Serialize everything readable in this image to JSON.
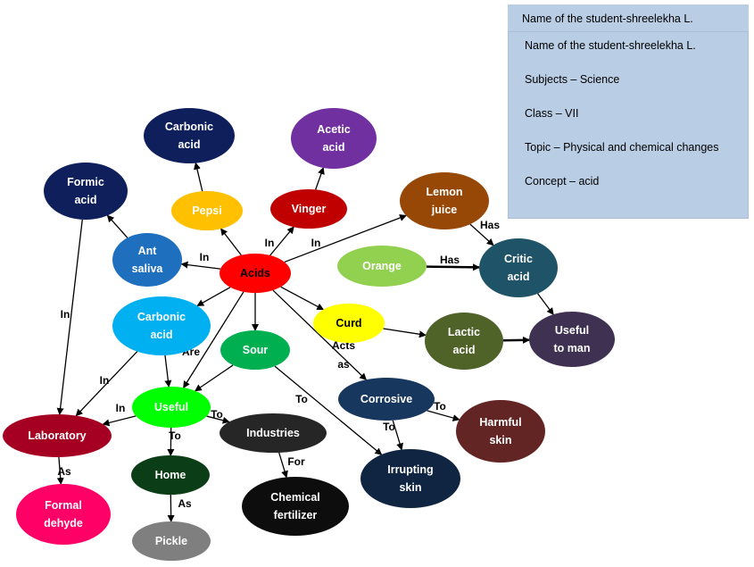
{
  "info_box": {
    "header": "Name of the student-shreelekha L.",
    "lines": [
      "Name of the student-shreelekha L.",
      "Subjects – Science",
      "Class – VII",
      "Topic – Physical and chemical changes",
      "Concept – acid"
    ]
  },
  "nodes": {
    "carbonic_top": {
      "lines": [
        "Carbonic",
        "acid"
      ],
      "color": "#0f1f5c",
      "text_color": "#ffffff"
    },
    "acetic": {
      "lines": [
        "Acetic",
        "acid"
      ],
      "color": "#7030a0",
      "text_color": "#ffffff"
    },
    "formic": {
      "lines": [
        "Formic",
        "acid"
      ],
      "color": "#0f1f5c",
      "text_color": "#ffffff"
    },
    "pepsi": {
      "lines": [
        "Pepsi"
      ],
      "color": "#ffc000",
      "text_color": "#ffffff"
    },
    "vinger": {
      "lines": [
        "Vinger"
      ],
      "color": "#c00000",
      "text_color": "#ffffff"
    },
    "lemon": {
      "lines": [
        "Lemon",
        "juice"
      ],
      "color": "#974806",
      "text_color": "#ffffff"
    },
    "ant_saliva": {
      "lines": [
        "Ant",
        "saliva"
      ],
      "color": "#1f6fbf",
      "text_color": "#ffffff"
    },
    "acids": {
      "lines": [
        "Acids"
      ],
      "color": "#ff0000",
      "text_color": "#000000"
    },
    "orange": {
      "lines": [
        "Orange"
      ],
      "color": "#92d050",
      "text_color": "#ffffff"
    },
    "critic": {
      "lines": [
        "Critic",
        "acid"
      ],
      "color": "#1f5367",
      "text_color": "#ffffff"
    },
    "carbonic_mid": {
      "lines": [
        "Carbonic",
        "acid"
      ],
      "color": "#00b0f0",
      "text_color": "#ffffff"
    },
    "curd": {
      "lines": [
        "Curd"
      ],
      "color": "#ffff00",
      "text_color": "#000000"
    },
    "lactic": {
      "lines": [
        "Lactic",
        "acid"
      ],
      "color": "#4f6228",
      "text_color": "#ffffff"
    },
    "useful_man": {
      "lines": [
        "Useful",
        "to man"
      ],
      "color": "#3f3151",
      "text_color": "#ffffff"
    },
    "sour": {
      "lines": [
        "Sour"
      ],
      "color": "#00b050",
      "text_color": "#ffffff"
    },
    "corrosive": {
      "lines": [
        "Corrosive"
      ],
      "color": "#17375e",
      "text_color": "#ffffff"
    },
    "useful": {
      "lines": [
        "Useful"
      ],
      "color": "#00ff00",
      "text_color": "#ffffff"
    },
    "harmful": {
      "lines": [
        "Harmful",
        "skin"
      ],
      "color": "#632523",
      "text_color": "#ffffff"
    },
    "laboratory": {
      "lines": [
        "Laboratory"
      ],
      "color": "#a50021",
      "text_color": "#ffffff"
    },
    "industries": {
      "lines": [
        "Industries"
      ],
      "color": "#262626",
      "text_color": "#ffffff"
    },
    "irrupting": {
      "lines": [
        "Irrupting",
        "skin"
      ],
      "color": "#0f2541",
      "text_color": "#ffffff"
    },
    "home": {
      "lines": [
        "Home"
      ],
      "color": "#0b3d16",
      "text_color": "#ffffff"
    },
    "formal": {
      "lines": [
        "Formal",
        "dehyde"
      ],
      "color": "#ff0066",
      "text_color": "#ffffff"
    },
    "chemical": {
      "lines": [
        "Chemical",
        "fertilizer"
      ],
      "color": "#0d0d0d",
      "text_color": "#ffffff"
    },
    "pickle": {
      "lines": [
        "Pickle"
      ],
      "color": "#7f7f7f",
      "text_color": "#ffffff"
    }
  },
  "edges": [
    {
      "from": "acids",
      "to": "pepsi",
      "label": ""
    },
    {
      "from": "pepsi",
      "to": "carbonic_top",
      "label": ""
    },
    {
      "from": "acids",
      "to": "vinger",
      "label": "In"
    },
    {
      "from": "vinger",
      "to": "acetic",
      "label": ""
    },
    {
      "from": "acids",
      "to": "lemon",
      "label": "In"
    },
    {
      "from": "lemon",
      "to": "critic",
      "label": "Has"
    },
    {
      "from": "acids",
      "to": "ant_saliva",
      "label": "In"
    },
    {
      "from": "ant_saliva",
      "to": "formic",
      "label": ""
    },
    {
      "from": "formic",
      "to": "laboratory",
      "label": "In"
    },
    {
      "from": "orange",
      "to": "critic",
      "label": "Has"
    },
    {
      "from": "critic",
      "to": "useful_man",
      "label": ""
    },
    {
      "from": "acids",
      "to": "carbonic_mid",
      "label": ""
    },
    {
      "from": "acids",
      "to": "curd",
      "label": ""
    },
    {
      "from": "curd",
      "to": "lactic",
      "label": ""
    },
    {
      "from": "lactic",
      "to": "useful_man",
      "label": ""
    },
    {
      "from": "acids",
      "to": "sour",
      "label": ""
    },
    {
      "from": "acids",
      "to": "corrosive",
      "label": "Acts as"
    },
    {
      "from": "acids",
      "to": "useful",
      "label": "Are"
    },
    {
      "from": "carbonic_mid",
      "to": "useful",
      "label": ""
    },
    {
      "from": "carbonic_mid",
      "to": "laboratory",
      "label": "In"
    },
    {
      "from": "sour",
      "to": "useful",
      "label": ""
    },
    {
      "from": "sour",
      "to": "irrupting",
      "label": "To"
    },
    {
      "from": "corrosive",
      "to": "harmful",
      "label": "To"
    },
    {
      "from": "corrosive",
      "to": "irrupting",
      "label": "To"
    },
    {
      "from": "useful",
      "to": "laboratory",
      "label": "In"
    },
    {
      "from": "useful",
      "to": "industries",
      "label": "To"
    },
    {
      "from": "useful",
      "to": "home",
      "label": "To"
    },
    {
      "from": "industries",
      "to": "chemical",
      "label": "For"
    },
    {
      "from": "laboratory",
      "to": "formal",
      "label": "As"
    },
    {
      "from": "home",
      "to": "pickle",
      "label": "As"
    }
  ]
}
